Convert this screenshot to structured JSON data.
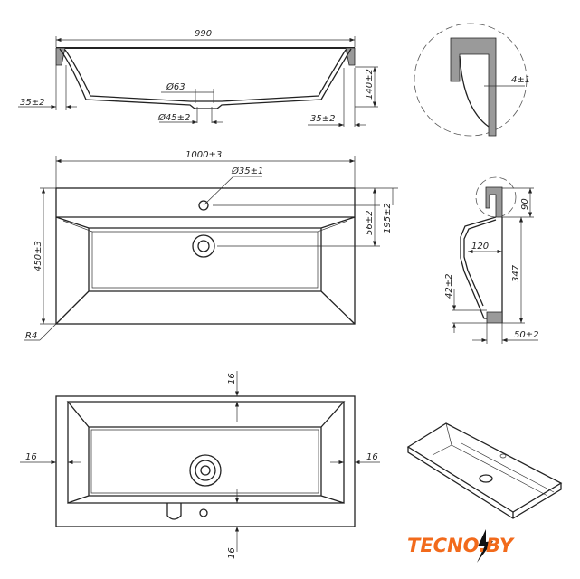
{
  "top_section": {
    "width": "990",
    "drain_outer": "Ø63",
    "drain_inner": "Ø45±2",
    "left_rim": "35±2",
    "right_rim": "35±2",
    "height": "140±2"
  },
  "detail": {
    "thickness": "4±1"
  },
  "plan_view": {
    "width": "1000±3",
    "faucet_hole": "Ø35±1",
    "depth": "450±3",
    "drain_offset": "56±2",
    "faucet_offset": "195±2",
    "radius": "R4"
  },
  "side_section": {
    "rim_height": "90",
    "basin_depth": "120",
    "total": "347",
    "front_height": "42±2",
    "front_width": "50±2"
  },
  "bottom_view": {
    "top": "16",
    "bottom": "16",
    "left": "16",
    "right": "16"
  },
  "logo": {
    "text": "TECNO.BY",
    "color": "#f26a1b"
  }
}
